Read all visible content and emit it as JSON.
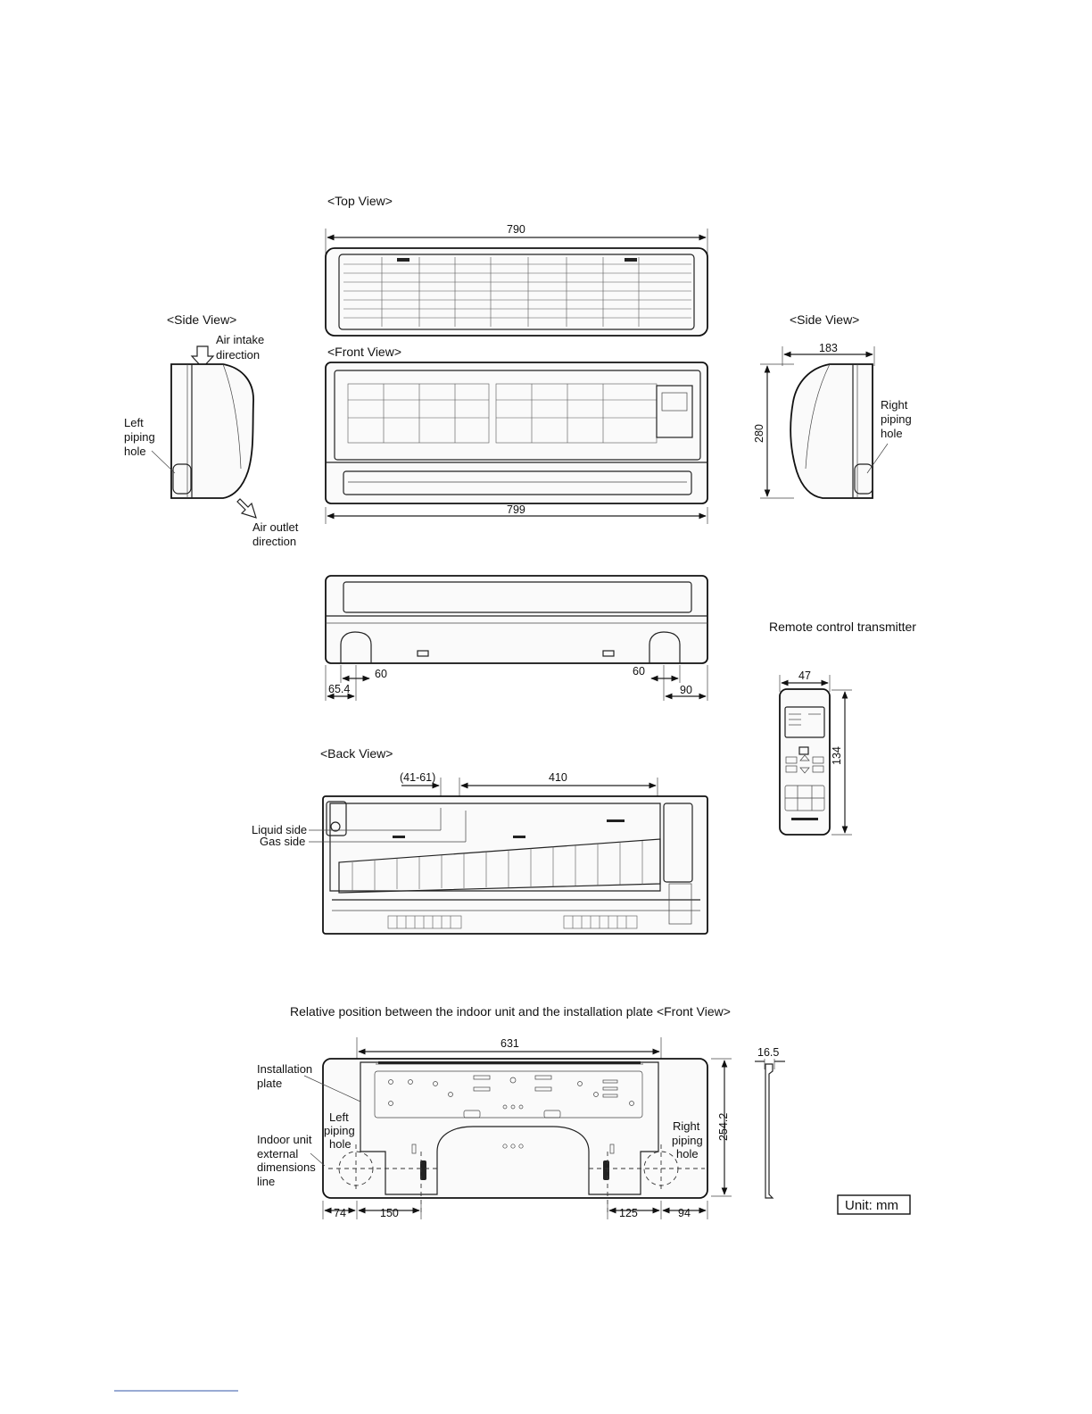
{
  "views": {
    "top": "<Top View>",
    "side_left": "<Side View>",
    "side_right": "<Side View>",
    "front": "<Front View>",
    "back": "<Back View>"
  },
  "labels": {
    "air_intake": [
      "Air intake",
      "direction"
    ],
    "air_outlet": [
      "Air outlet",
      "direction"
    ],
    "left_piping_hole": [
      "Left",
      "piping",
      "hole"
    ],
    "right_piping_hole": [
      "Right",
      "piping",
      "hole"
    ],
    "remote_control": "Remote control transmitter",
    "liquid_side": "Liquid side",
    "gas_side": "Gas side",
    "relative_position": "Relative position between the indoor unit and the installation plate <Front View>",
    "installation_plate": [
      "Installation",
      "plate"
    ],
    "indoor_unit_line": [
      "Indoor unit",
      "external",
      "dimensions",
      "line"
    ],
    "unit": "Unit: mm"
  },
  "dimensions": {
    "top_width": "790",
    "front_width": "799",
    "side_depth": "183",
    "side_height": "280",
    "bottom_left_hole": "60",
    "bottom_right_hole": "60",
    "bottom_left_offset": "65.4",
    "bottom_right_offset": "90",
    "remote_width": "47",
    "remote_height": "134",
    "back_pipe_range": "(41-61)",
    "back_pipe_span": "410",
    "plate_width": "631",
    "plate_thickness": "16.5",
    "plate_height": "254.2",
    "plate_left_edge": "74",
    "plate_left_hole": "150",
    "plate_right_hole": "125",
    "plate_right_edge": "94"
  },
  "colors": {
    "line": "#222222",
    "background": "#ffffff"
  }
}
